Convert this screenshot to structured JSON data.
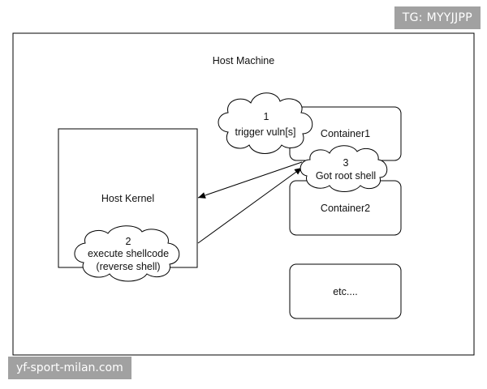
{
  "diagram": {
    "host_machine": {
      "label": "Host Machine"
    },
    "host_kernel": {
      "label": "Host Kernel"
    },
    "containers": [
      {
        "label": "Container1"
      },
      {
        "label": "Container2"
      },
      {
        "label": "etc...."
      }
    ],
    "steps": [
      {
        "number": "1",
        "lines": [
          "trigger vuln[s]"
        ]
      },
      {
        "number": "3",
        "lines": [
          "Got root shell"
        ]
      },
      {
        "number": "2",
        "lines": [
          "execute shellcode",
          "(reverse shell)"
        ]
      }
    ]
  },
  "watermarks": {
    "top_right": "TG: MYYJJPP",
    "bottom_left": "yf-sport-milan.com"
  },
  "colors": {
    "stroke": "#000000",
    "text": "#111111",
    "watermark_bg": "#8c8c8c"
  }
}
